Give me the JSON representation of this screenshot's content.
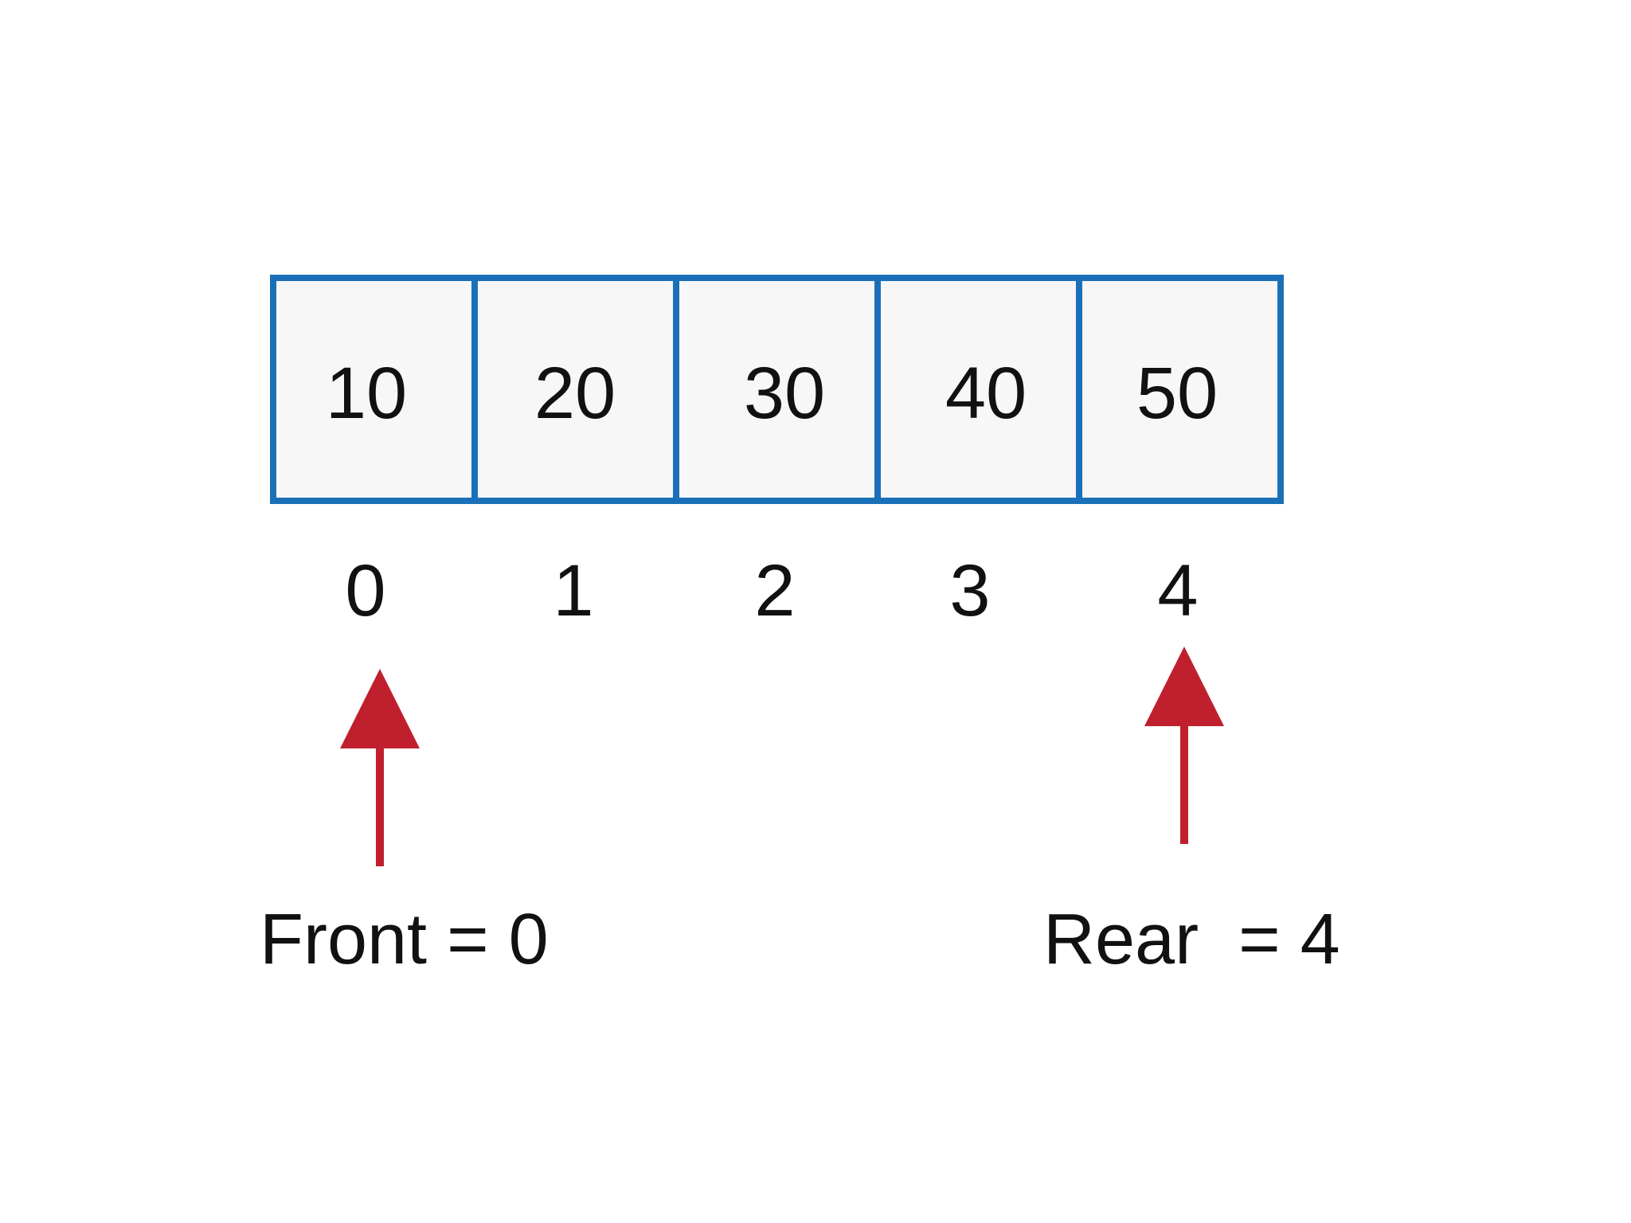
{
  "array": {
    "values": [
      "10",
      "20",
      "30",
      "40",
      "50"
    ],
    "indices": [
      "0",
      "1",
      "2",
      "3",
      "4"
    ]
  },
  "pointers": {
    "front": {
      "label": "Front = 0"
    },
    "rear": {
      "label": "Rear  = 4"
    }
  },
  "colors": {
    "cell_border": "#1a70b8",
    "cell_fill": "#f7f7f7",
    "arrow": "#c0202d",
    "text": "#111111",
    "background": "#ffffff"
  }
}
